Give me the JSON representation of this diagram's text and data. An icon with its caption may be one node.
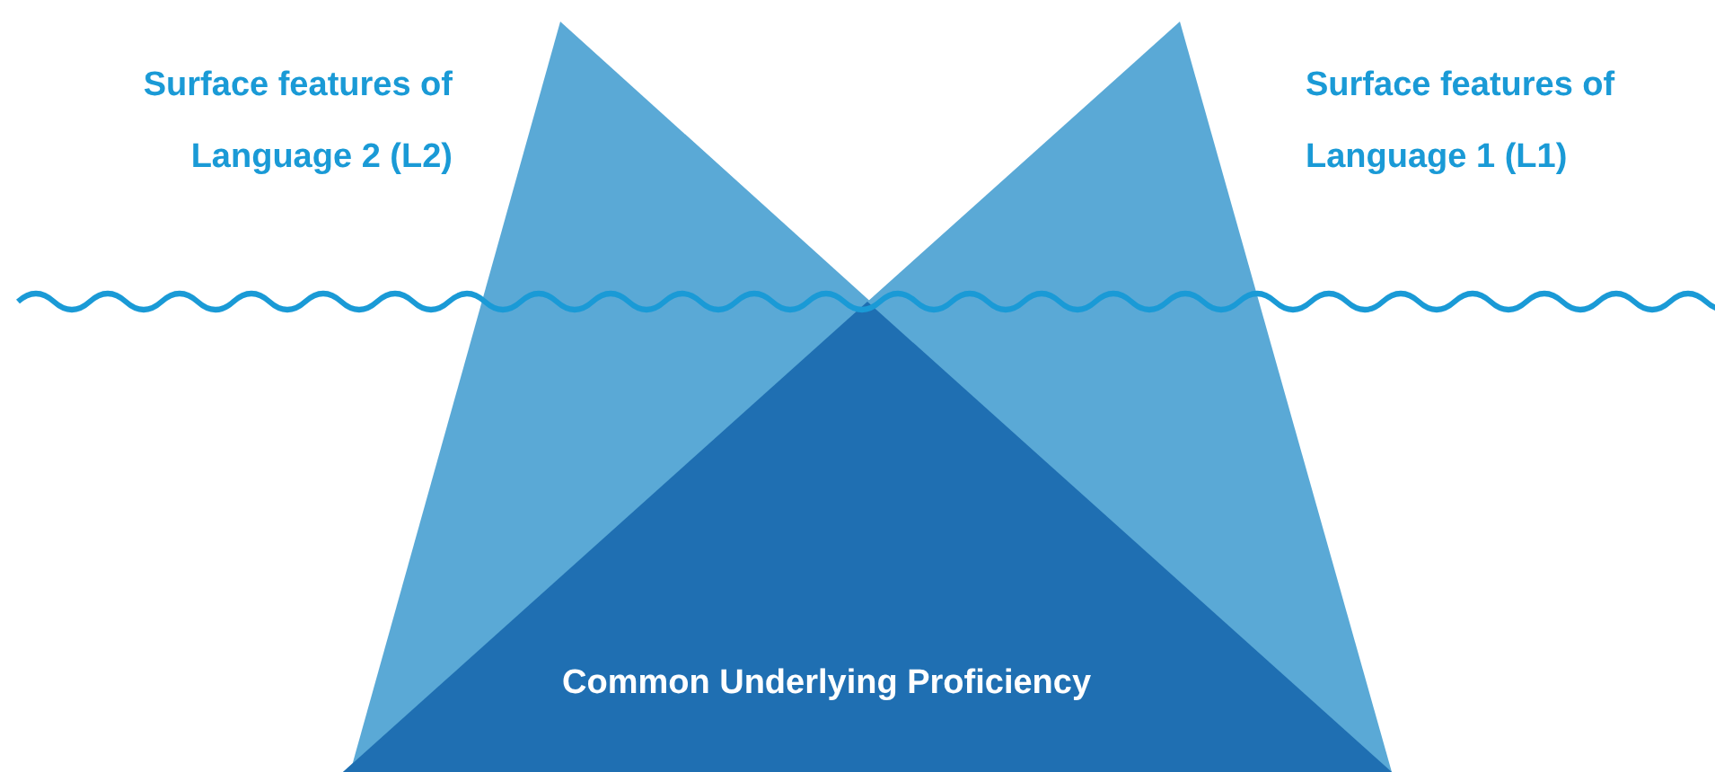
{
  "diagram": {
    "nodes": [
      {
        "text": [
          "Common Underlying Proficiency"
        ]
      }
    ],
    "edges": [],
    "labels": [
      "Surface features of Language 2 (L2)",
      "Surface features of Language 1 (L1)"
    ]
  }
}
